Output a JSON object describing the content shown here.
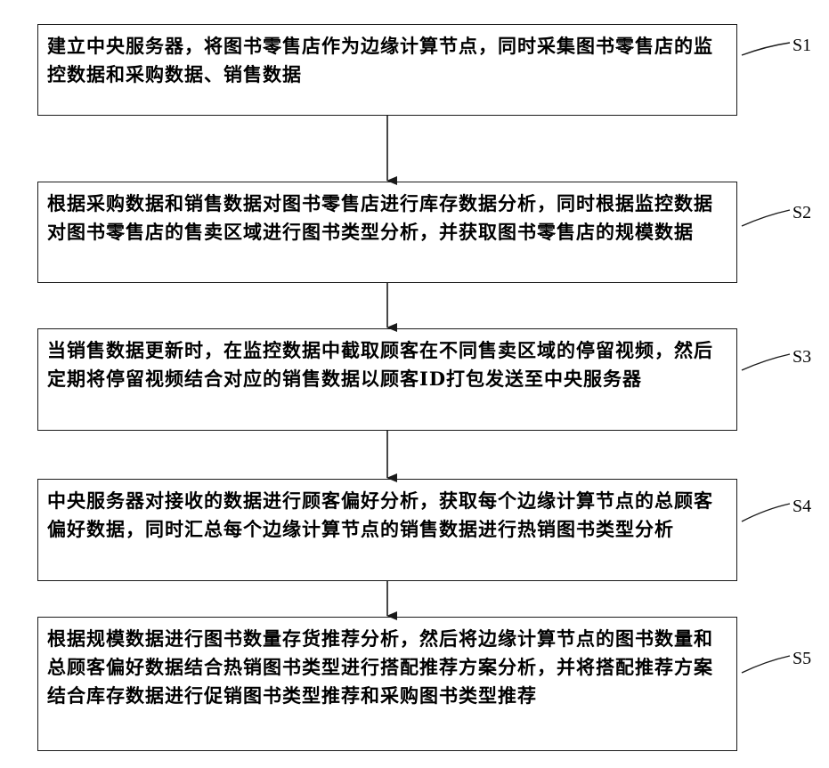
{
  "steps": [
    {
      "id": "S1",
      "label": "S1",
      "text": "建立中央服务器，将图书零售店作为边缘计算节点，同时采集图书零售店的监控数据和采购数据、销售数据"
    },
    {
      "id": "S2",
      "label": "S2",
      "text": "根据采购数据和销售数据对图书零售店进行库存数据分析，同时根据监控数据对图书零售店的售卖区域进行图书类型分析，并获取图书零售店的规模数据"
    },
    {
      "id": "S3",
      "label": "S3",
      "text": "当销售数据更新时，在监控数据中截取顾客在不同售卖区域的停留视频，然后定期将停留视频结合对应的销售数据以顾客ID打包发送至中央服务器"
    },
    {
      "id": "S4",
      "label": "S4",
      "text": "中央服务器对接收的数据进行顾客偏好分析，获取每个边缘计算节点的总顾客偏好数据，同时汇总每个边缘计算节点的销售数据进行热销图书类型分析"
    },
    {
      "id": "S5",
      "label": "S5",
      "text": "根据规模数据进行图书数量存货推荐分析，然后将边缘计算节点的图书数量和总顾客偏好数据结合热销图书类型进行搭配推荐方案分析，并将搭配推荐方案结合库存数据进行促销图书类型推荐和采购图书类型推荐"
    }
  ],
  "colors": {
    "line": "#1a1a1a",
    "background": "#ffffff"
  }
}
